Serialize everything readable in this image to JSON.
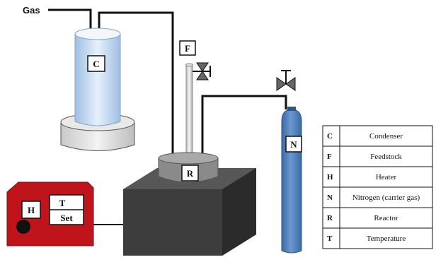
{
  "labels": {
    "gas": "Gas",
    "condenser": "C",
    "feedstock": "F",
    "reactor": "R",
    "nitrogen": "N",
    "heater": "H",
    "temperature": "T",
    "set": "Set"
  },
  "legend": [
    {
      "key": "C",
      "value": "Condenser"
    },
    {
      "key": "F",
      "value": "Feedstock"
    },
    {
      "key": "H",
      "value": "Heater"
    },
    {
      "key": "N",
      "value": "Nitrogen (carrier gas)"
    },
    {
      "key": "R",
      "value": "Reactor"
    },
    {
      "key": "T",
      "value": "Temperature"
    }
  ],
  "colors": {
    "heater": "#c0141c",
    "furnace": "#3d3d3d",
    "cylinder": "#4f7db8",
    "condenser_liquid": "#c5d9ef",
    "pipe": "#111111"
  }
}
